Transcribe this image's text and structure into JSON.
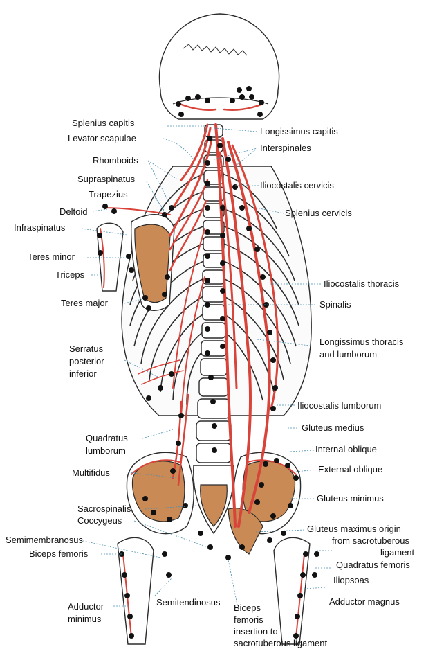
{
  "labels": {
    "splenius_capitis": "Splenius capitis",
    "levator_scapulae": "Levator scapulae",
    "rhomboids": "Rhomboids",
    "supraspinatus": "Supraspinatus",
    "trapezius": "Trapezius",
    "deltoid": "Deltoid",
    "infraspinatus": "Infraspinatus",
    "teres_minor": "Teres minor",
    "triceps": "Triceps",
    "teres_major": "Teres major",
    "serratus_1": "Serratus",
    "serratus_2": "posterior",
    "serratus_3": "inferior",
    "quadratus_lumborum_1": "Quadratus",
    "quadratus_lumborum_2": "lumborum",
    "multifidus": "Multifidus",
    "sacrospinalis": "Sacrospinalis",
    "coccygeus": "Coccygeus",
    "semimembranosus": "Semimembranosus",
    "biceps_femoris": "Biceps femoris",
    "adductor_minimus_1": "Adductor",
    "adductor_minimus_2": "minimus",
    "semitendinosus": "Semitendinosus",
    "biceps_insertion_1": "Biceps",
    "biceps_insertion_2": "femoris",
    "biceps_insertion_3": "insertion to",
    "biceps_insertion_4": "sacrotuberous ligament",
    "longissimus_capitis": "Longissimus capitis",
    "interspinales": "Interspinales",
    "iliocostalis_cervicis": "Iliocostalis cervicis",
    "splenius_cervicis": "Splenius cervicis",
    "iliocostalis_thoracis": "Iliocostalis thoracis",
    "spinalis": "Spinalis",
    "longissimus_thoracis_1": "Longissimus thoracis",
    "longissimus_thoracis_2": "and lumborum",
    "iliocostalis_lumborum": "Iliocostalis lumborum",
    "gluteus_medius": "Gluteus medius",
    "internal_oblique": "Internal oblique",
    "external_oblique": "External oblique",
    "gluteus_minimus": "Gluteus minimus",
    "gluteus_maximus_1": "Gluteus maximus origin",
    "gluteus_maximus_2": "from sacrotuberous",
    "gluteus_maximus_3": "ligament",
    "quadratus_femoris": "Quadratus femoris",
    "iliopsoas": "Iliopsoas",
    "adductor_magnus": "Adductor magnus"
  },
  "colors": {
    "muscle": "#d9443a",
    "attachment_area": "#c98a56",
    "leader_line": "#4a8fb0",
    "attachment_dot": "#111111"
  }
}
